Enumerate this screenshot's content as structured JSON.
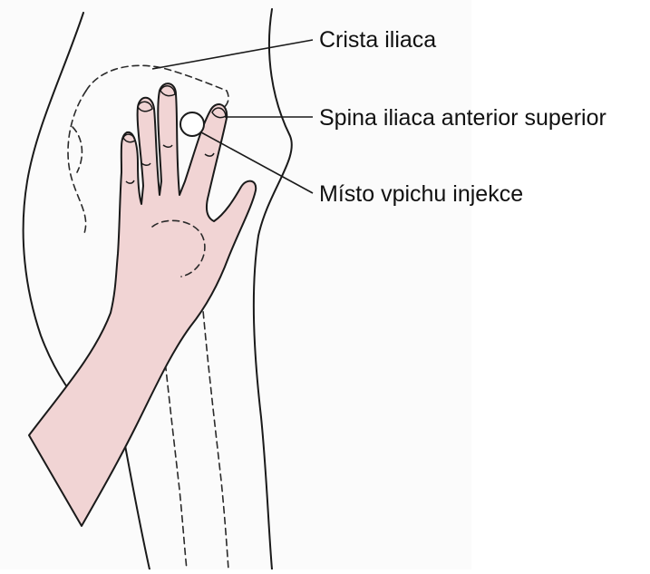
{
  "labels": {
    "crista": "Crista iliaca",
    "spina": "Spina iliaca anterior superior",
    "misto": "Místo vpichu injekce"
  },
  "colors": {
    "skin": "#f1d4d4",
    "outline": "#1a1a1a",
    "background": "#ffffff"
  }
}
